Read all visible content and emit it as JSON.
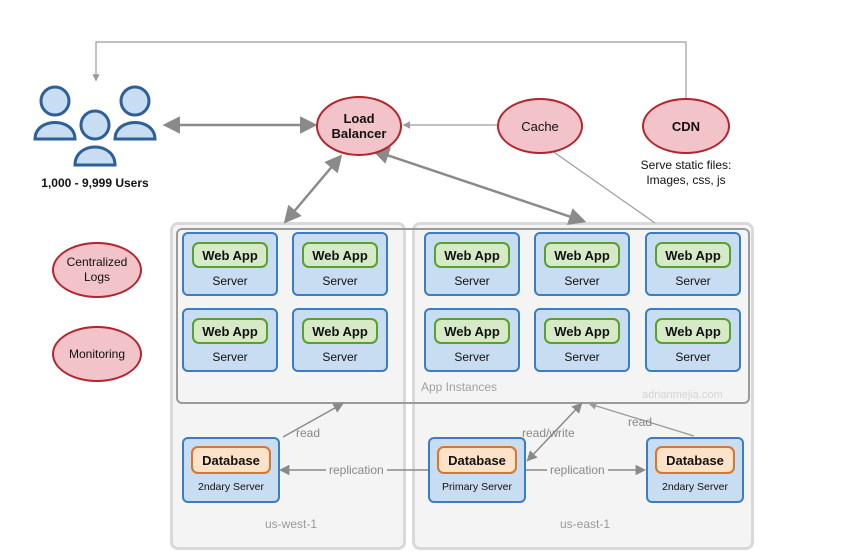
{
  "title": "",
  "users": {
    "label": "1,000 - 9,999 Users"
  },
  "load_balancer": {
    "label": "Load Balancer"
  },
  "cache": {
    "label": "Cache"
  },
  "cdn": {
    "label": "CDN",
    "note_line1": "Serve static files:",
    "note_line2": "Images, css, js"
  },
  "side_nodes": {
    "logs": "Centralized Logs",
    "monitoring": "Monitoring"
  },
  "app_instances": {
    "label": "App Instances",
    "watermark": "adrianmejia.com"
  },
  "web_app": {
    "title": "Web App",
    "server": "Server"
  },
  "regions": {
    "west": "us-west-1",
    "east": "us-east-1"
  },
  "databases": {
    "title": "Database",
    "west_server": "2ndary Server",
    "primary_server": "Primary Server",
    "east_server": "2ndary Server"
  },
  "edges": {
    "read_west": "read",
    "read_write": "read/write",
    "read_east": "read",
    "replication_west": "replication",
    "replication_east": "replication"
  },
  "colors": {
    "oval_fill": "#f2c3c8",
    "oval_stroke": "#b3242e",
    "server_fill": "#c8dcf2",
    "server_stroke": "#3a7dc4",
    "webapp_fill": "#d6eac8",
    "webapp_stroke": "#5aa02c",
    "db_fill": "#fbe2c8",
    "db_stroke": "#d9762b",
    "user_fill": "#c8dcf2",
    "user_stroke": "#2e5f99",
    "arrow": "#8a8a8a"
  }
}
